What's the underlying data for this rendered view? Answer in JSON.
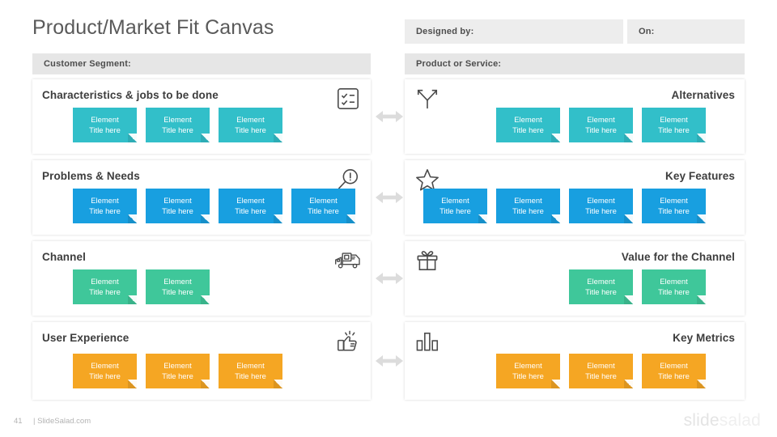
{
  "slide": {
    "title": "Product/Market Fit Canvas",
    "page_number": "41",
    "brand": "| SlideSalad.com",
    "watermark_part1": "slide",
    "watermark_part2": "salad"
  },
  "meta": {
    "designed_by_label": "Designed by:",
    "on_label": "On:"
  },
  "columns": {
    "left_header": "Customer Segment:",
    "right_header": "Product  or Service:"
  },
  "colors": {
    "teal": "#32BFC9",
    "blue": "#189FE0",
    "green": "#3FC79A",
    "orange": "#F5A623",
    "header_bar": "#e6e6e6",
    "meta_bar": "#ededed",
    "title_text": "#5a5a5a",
    "arrow": "#dcdcdc"
  },
  "card_text": {
    "line1": "Element",
    "line2": "Title here"
  },
  "rows": [
    {
      "left": {
        "title": "Characteristics & jobs to be done",
        "icon": "checklist-icon",
        "color": "#32BFC9",
        "card_count": 3
      },
      "right": {
        "title": "Alternatives",
        "icon": "split-path-icon",
        "color": "#32BFC9",
        "card_count": 3
      },
      "connector": "double-arrow-icon"
    },
    {
      "left": {
        "title": "Problems & Needs",
        "icon": "magnifier-alert-icon",
        "color": "#189FE0",
        "card_count": 4
      },
      "right": {
        "title": "Key Features",
        "icon": "star-icon",
        "color": "#189FE0",
        "card_count": 4
      },
      "connector": "double-arrow-icon"
    },
    {
      "left": {
        "title": "Channel",
        "icon": "delivery-truck-icon",
        "color": "#3FC79A",
        "card_count": 2
      },
      "right": {
        "title": "Value for the Channel",
        "icon": "gift-icon",
        "color": "#3FC79A",
        "card_count": 2
      },
      "connector": "double-arrow-icon"
    },
    {
      "left": {
        "title": "User Experience",
        "icon": "thumbs-up-icon",
        "color": "#F5A623",
        "card_count": 3
      },
      "right": {
        "title": "Key Metrics",
        "icon": "bar-chart-icon",
        "color": "#F5A623",
        "card_count": 3
      },
      "connector": "double-arrow-icon"
    }
  ]
}
